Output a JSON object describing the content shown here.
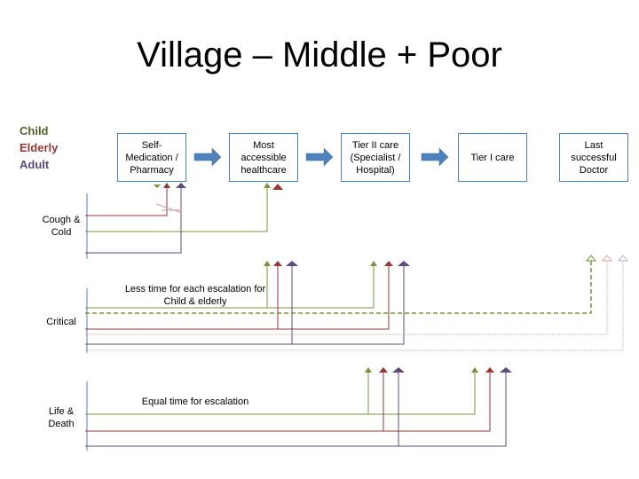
{
  "title": "Village – Middle + Poor",
  "legend": [
    {
      "label": "Child",
      "color": "#4f6228"
    },
    {
      "label": "Elderly",
      "color": "#953735"
    },
    {
      "label": "Adult",
      "color": "#5f497a"
    }
  ],
  "colors": {
    "child": "#77933c",
    "elderly": "#953735",
    "adult": "#604a7b",
    "box_border": "#4f81bd",
    "flow_arrow": "#4f81bd"
  },
  "boxes": [
    {
      "label": "Self-\nMedication /\nPharmacy"
    },
    {
      "label": "Most\naccessible\nhealthcare"
    },
    {
      "label": "Tier II care\n(Specialist /\nHospital)"
    },
    {
      "label": "Tier I care"
    },
    {
      "label": "Last\nsuccessful\nDoctor"
    }
  ],
  "rows": [
    {
      "label": "Cough &\nCold"
    },
    {
      "label": "Critical"
    },
    {
      "label": "Life &\nDeath"
    }
  ],
  "notes": {
    "critical": "Less time for each escalation for\nChild & elderly",
    "life": "Equal time for escalation"
  }
}
